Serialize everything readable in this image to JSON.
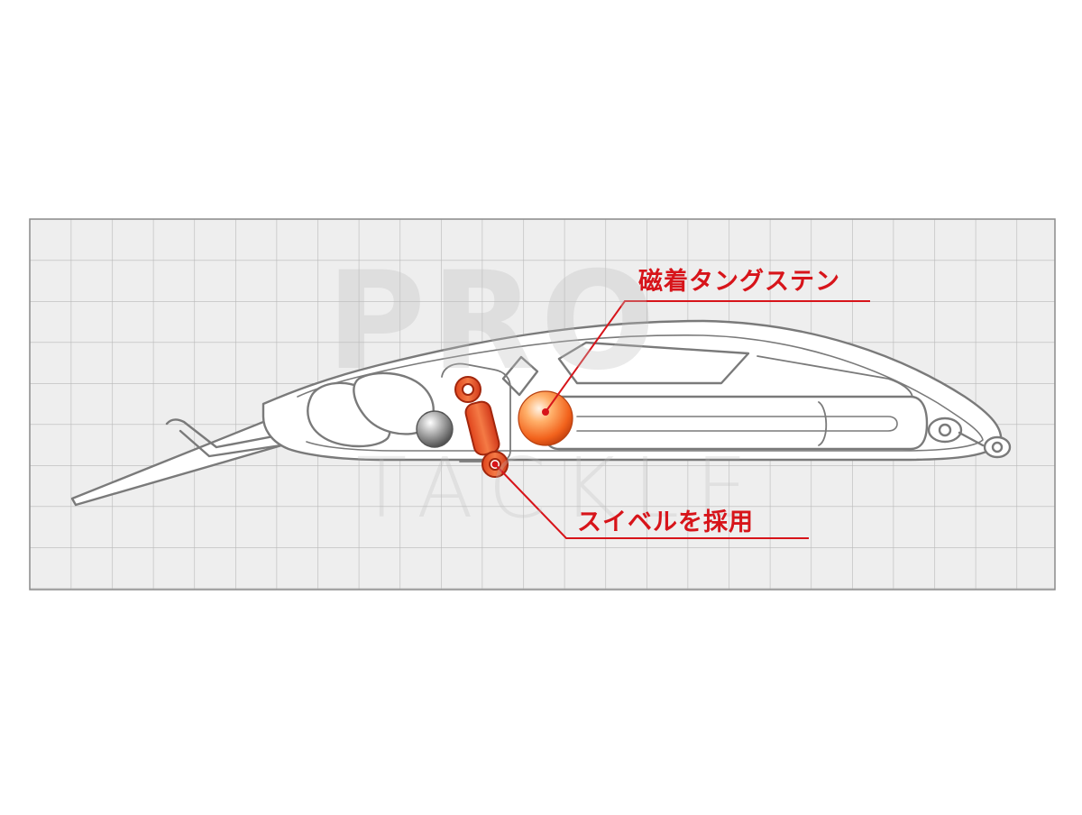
{
  "callouts": {
    "magnet_tungsten": "磁着タングステン",
    "swivel": "スイベルを採用"
  },
  "watermark": {
    "main": "PRO",
    "sub": "TACKLE"
  },
  "colors": {
    "accent_red": "#d7141a",
    "grid_line": "#b8b8b8",
    "grid_bg": "#eeeeee",
    "lure_outline": "#7a7a7a",
    "lure_fill": "#ffffff"
  }
}
